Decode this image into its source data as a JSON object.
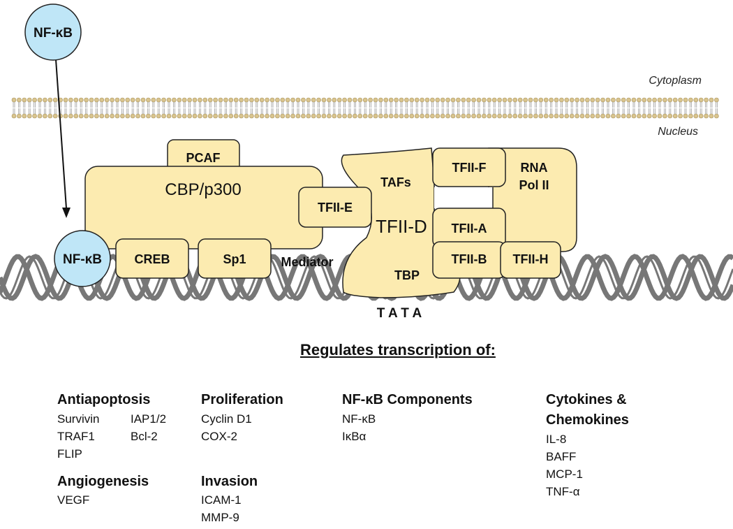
{
  "membrane": {
    "top_label": "Cytoplasm",
    "bottom_label": "Nucleus"
  },
  "nfkb_label": "NF-κB",
  "complex": {
    "pcaf": "PCAF",
    "cbp": "CBP/p300",
    "tfiie": "TFII-E",
    "creb": "CREB",
    "sp1": "Sp1",
    "mediator": "Mediator",
    "tafs": "TAFs",
    "tfiid": "TFII-D",
    "tbp": "TBP",
    "tfiif": "TFII-F",
    "rna_pol_line1": "RNA",
    "rna_pol_line2": "Pol II",
    "tfiia": "TFII-A",
    "tfiib": "TFII-B",
    "tfiih": "TFII-H"
  },
  "tata_label": "T A T A",
  "regulates_heading": "Regulates transcription of:",
  "categories": {
    "antiapoptosis": {
      "title": "Antiapoptosis",
      "items": [
        "Survivin",
        "IAP1/2",
        "TRAF1",
        "Bcl-2",
        "FLIP"
      ]
    },
    "angiogenesis": {
      "title": "Angiogenesis",
      "items": [
        "VEGF"
      ]
    },
    "proliferation": {
      "title": "Proliferation",
      "items": [
        "Cyclin D1",
        "COX-2"
      ]
    },
    "invasion": {
      "title": "Invasion",
      "items": [
        "ICAM-1",
        "MMP-9"
      ]
    },
    "nfkb_components": {
      "title": "NF-κB Components",
      "items": [
        "NF-κB",
        "IκBα"
      ]
    },
    "cytokines": {
      "title_line1": "Cytokines &",
      "title_line2": "Chemokines",
      "items": [
        "IL-8",
        "BAFF",
        "MCP-1",
        "TNF-α"
      ]
    }
  },
  "colors": {
    "protein": "#fcebb0",
    "nfkb": "#bfe6f7",
    "dna": "#777777",
    "membrane_head": "#d9c48e"
  }
}
